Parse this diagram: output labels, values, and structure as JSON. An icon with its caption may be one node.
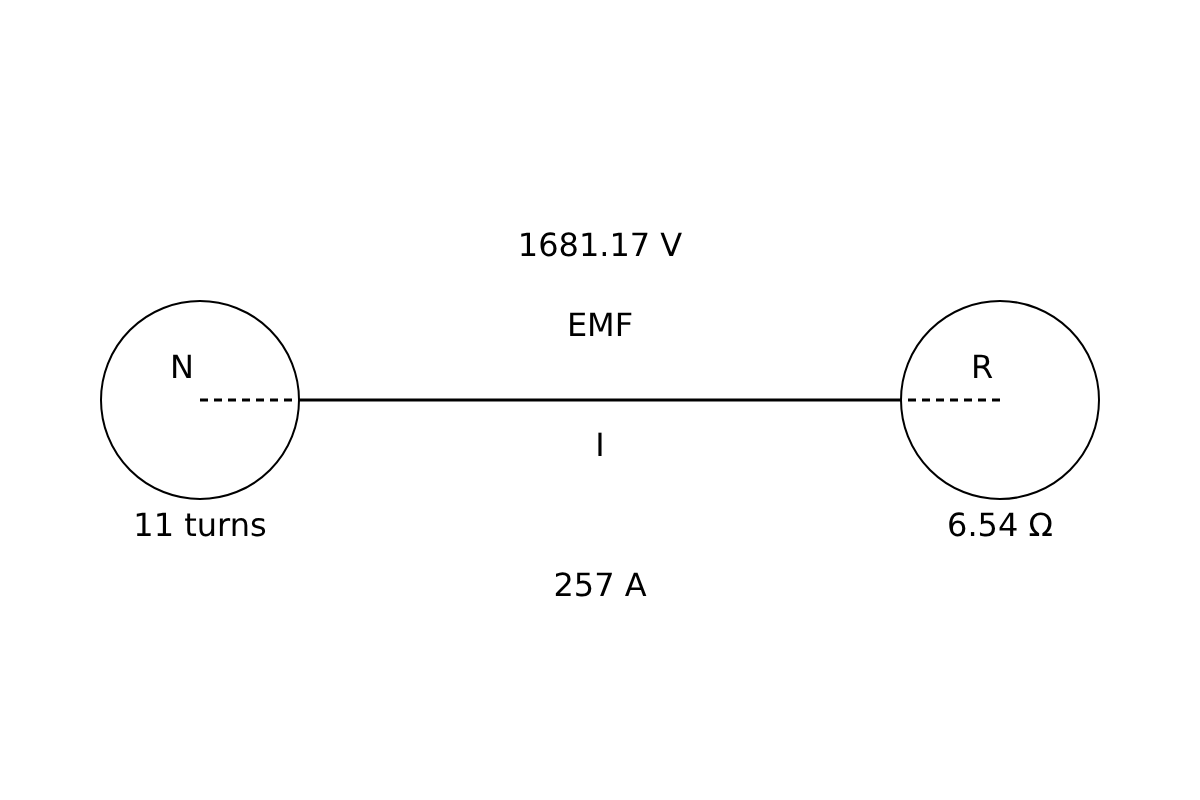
{
  "diagram": {
    "nodes": [
      {
        "text": [
          "N"
        ],
        "beside": [
          "11 turns"
        ]
      },
      {
        "text": [
          "R"
        ],
        "beside": [
          "6.54 Ω"
        ]
      }
    ],
    "edges": [
      {
        "from": 0,
        "to": 1,
        "arrow": "none"
      }
    ],
    "labels": [
      "1681.17 V",
      "EMF",
      "I",
      "257 A"
    ]
  }
}
